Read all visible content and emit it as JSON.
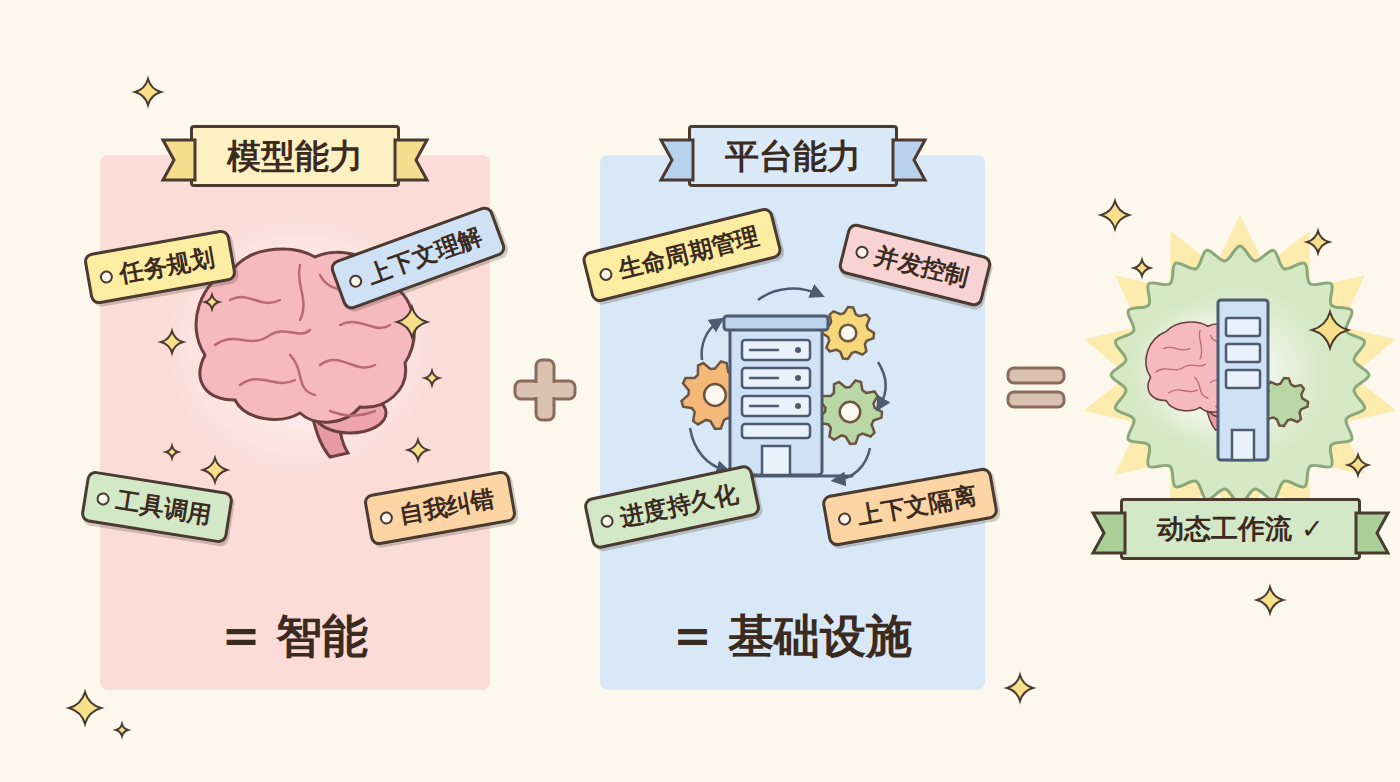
{
  "diagram": {
    "nodes": [
      {
        "text": [
          "模型能力",
          "= 智能"
        ]
      },
      {
        "text": [
          "任务规划"
        ],
        "in": 0
      },
      {
        "text": [
          "上下文理解"
        ],
        "in": 0
      },
      {
        "text": [
          "工具调用"
        ],
        "in": 0
      },
      {
        "text": [
          "自我纠错"
        ],
        "in": 0
      },
      {
        "text": [
          "平台能力",
          "= 基础设施"
        ]
      },
      {
        "text": [
          "生命周期管理"
        ],
        "in": 5
      },
      {
        "text": [
          "并发控制"
        ],
        "in": 5
      },
      {
        "text": [
          "进度持久化"
        ],
        "in": 5
      },
      {
        "text": [
          "上下文隔离"
        ],
        "in": 5
      },
      {
        "text": [
          "动态工作流 ✓"
        ]
      }
    ]
  }
}
